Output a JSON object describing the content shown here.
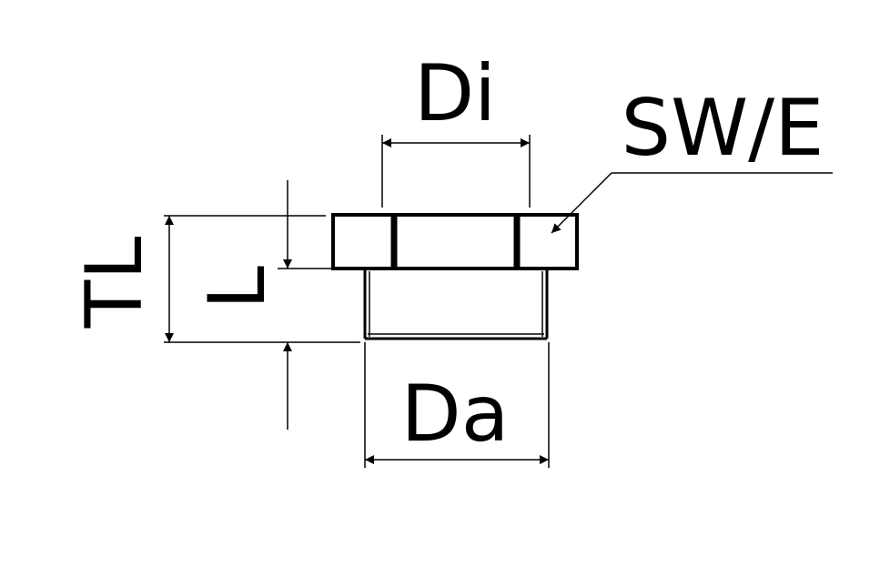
{
  "labels": {
    "inner_diameter": "Di",
    "wrench_size": "SW/E",
    "total_length": "TL",
    "length": "L",
    "outer_diameter": "Da"
  },
  "colors": {
    "line": "#000000",
    "background": "#ffffff"
  }
}
